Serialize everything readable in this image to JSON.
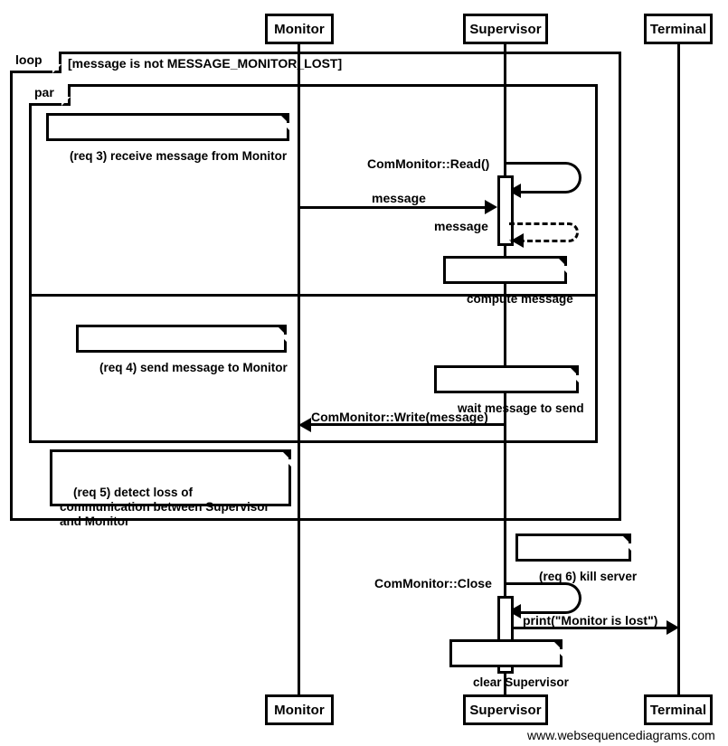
{
  "diagram": {
    "type": "uml-sequence-diagram",
    "watermark": "www.websequencediagrams.com",
    "participants": [
      {
        "id": "monitor",
        "label": "Monitor"
      },
      {
        "id": "supervisor",
        "label": "Supervisor"
      },
      {
        "id": "terminal",
        "label": "Terminal"
      }
    ],
    "frames": [
      {
        "id": "loop-frame",
        "kind": "loop",
        "label": "loop",
        "condition": "[message is not MESSAGE_MONITOR_LOST]"
      },
      {
        "id": "par-frame",
        "kind": "par",
        "label": "par",
        "condition": ""
      }
    ],
    "notes": [
      {
        "id": "note-req3",
        "text": "(req 3) receive message from Monitor"
      },
      {
        "id": "note-compute",
        "text": "compute message"
      },
      {
        "id": "note-req4",
        "text": "(req 4) send message to Monitor"
      },
      {
        "id": "note-wait",
        "text": "wait message to send"
      },
      {
        "id": "note-req5",
        "text": "(req 5) detect loss of\ncommunication between Supervisor\nand Monitor"
      },
      {
        "id": "note-req6",
        "text": "(req 6) kill server"
      },
      {
        "id": "note-clear",
        "text": "clear Supervisor"
      }
    ],
    "messages": [
      {
        "id": "msg-read",
        "label": "ComMonitor::Read()",
        "from": "supervisor",
        "to": "supervisor",
        "style": "solid",
        "kind": "self"
      },
      {
        "id": "msg-message-in",
        "label": "message",
        "from": "monitor",
        "to": "supervisor",
        "style": "solid",
        "kind": "call"
      },
      {
        "id": "msg-message-ret",
        "label": "message",
        "from": "supervisor",
        "to": "supervisor",
        "style": "dashed",
        "kind": "self-return"
      },
      {
        "id": "msg-write",
        "label": "ComMonitor::Write(message)",
        "from": "supervisor",
        "to": "monitor",
        "style": "solid",
        "kind": "call"
      },
      {
        "id": "msg-close",
        "label": "ComMonitor::Close",
        "from": "supervisor",
        "to": "supervisor",
        "style": "solid",
        "kind": "self"
      },
      {
        "id": "msg-print",
        "label": "print(\"Monitor is lost\")",
        "from": "supervisor",
        "to": "terminal",
        "style": "solid",
        "kind": "call"
      }
    ],
    "colors": {
      "stroke": "#000000",
      "background": "#ffffff",
      "text": "#000000"
    }
  }
}
